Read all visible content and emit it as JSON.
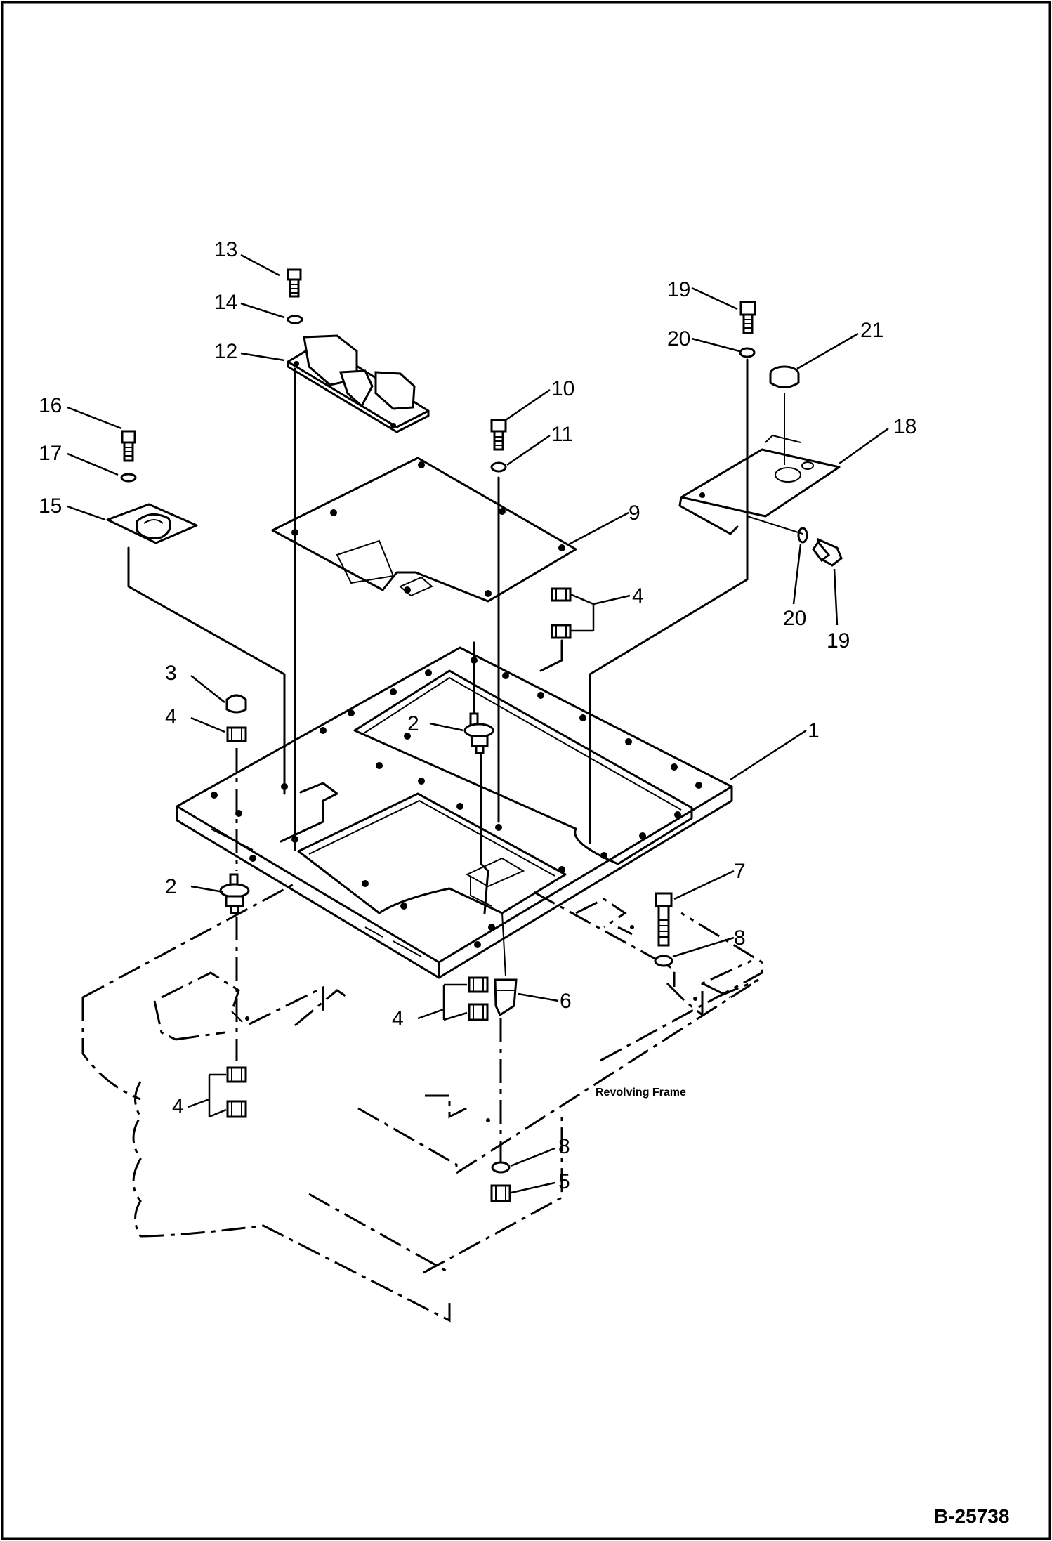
{
  "diagram": {
    "drawing_code": "B-25738",
    "annotation": "Revolving Frame",
    "callouts": [
      {
        "id": "c1",
        "label": "1"
      },
      {
        "id": "c2a",
        "label": "2"
      },
      {
        "id": "c2b",
        "label": "2"
      },
      {
        "id": "c3",
        "label": "3"
      },
      {
        "id": "c4a",
        "label": "4"
      },
      {
        "id": "c4b",
        "label": "4"
      },
      {
        "id": "c4c",
        "label": "4"
      },
      {
        "id": "c4d",
        "label": "4"
      },
      {
        "id": "c5",
        "label": "5"
      },
      {
        "id": "c6",
        "label": "6"
      },
      {
        "id": "c7",
        "label": "7"
      },
      {
        "id": "c8a",
        "label": "8"
      },
      {
        "id": "c8b",
        "label": "8"
      },
      {
        "id": "c9",
        "label": "9"
      },
      {
        "id": "c10",
        "label": "10"
      },
      {
        "id": "c11",
        "label": "11"
      },
      {
        "id": "c12",
        "label": "12"
      },
      {
        "id": "c13",
        "label": "13"
      },
      {
        "id": "c14",
        "label": "14"
      },
      {
        "id": "c15",
        "label": "15"
      },
      {
        "id": "c16",
        "label": "16"
      },
      {
        "id": "c17",
        "label": "17"
      },
      {
        "id": "c18",
        "label": "18"
      },
      {
        "id": "c19a",
        "label": "19"
      },
      {
        "id": "c19b",
        "label": "19"
      },
      {
        "id": "c20a",
        "label": "20"
      },
      {
        "id": "c20b",
        "label": "20"
      },
      {
        "id": "c21",
        "label": "21"
      }
    ]
  }
}
